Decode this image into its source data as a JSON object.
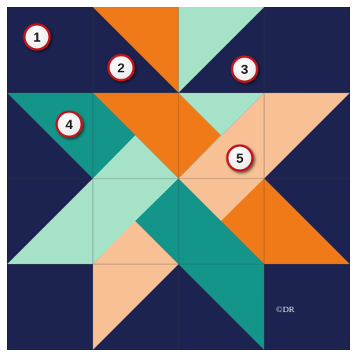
{
  "block": {
    "patch_labels": [
      "1",
      "2",
      "3",
      "4",
      "5"
    ],
    "copyright_mark": "©DR"
  },
  "colors": {
    "navy": "#1c2350",
    "orange": "#f07a18",
    "teal": "#13958a",
    "mint": "#a6e2c7",
    "peach": "#f7c095",
    "badge_ring": "#c0141b",
    "badge_fill": "#ffffff",
    "badge_text": "#1a1a1a",
    "seam": "#3a3a3a"
  },
  "icons": {
    "badge": "numbered-badge-icon",
    "copyright": "copyright-mark-icon"
  }
}
